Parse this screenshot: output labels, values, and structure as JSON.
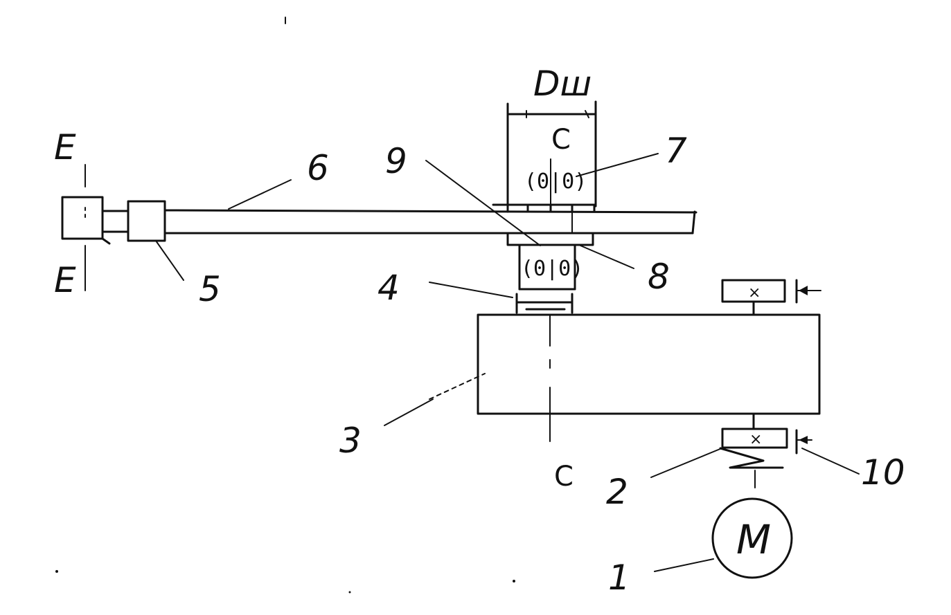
{
  "labels": {
    "motor": "M",
    "dimension": "Dш",
    "section_top": "C",
    "section_bottom": "C",
    "plane_top": "E",
    "plane_bottom": "E",
    "n1": "1",
    "n2": "2",
    "n3": "3",
    "n4": "4",
    "n5": "5",
    "n6": "6",
    "n7": "7",
    "n8": "8",
    "n9": "9",
    "n10": "10",
    "bearing_upper": "(0|0)",
    "bearing_lower": "(0|0)",
    "mark_upper": "×",
    "mark_lower": "×"
  }
}
